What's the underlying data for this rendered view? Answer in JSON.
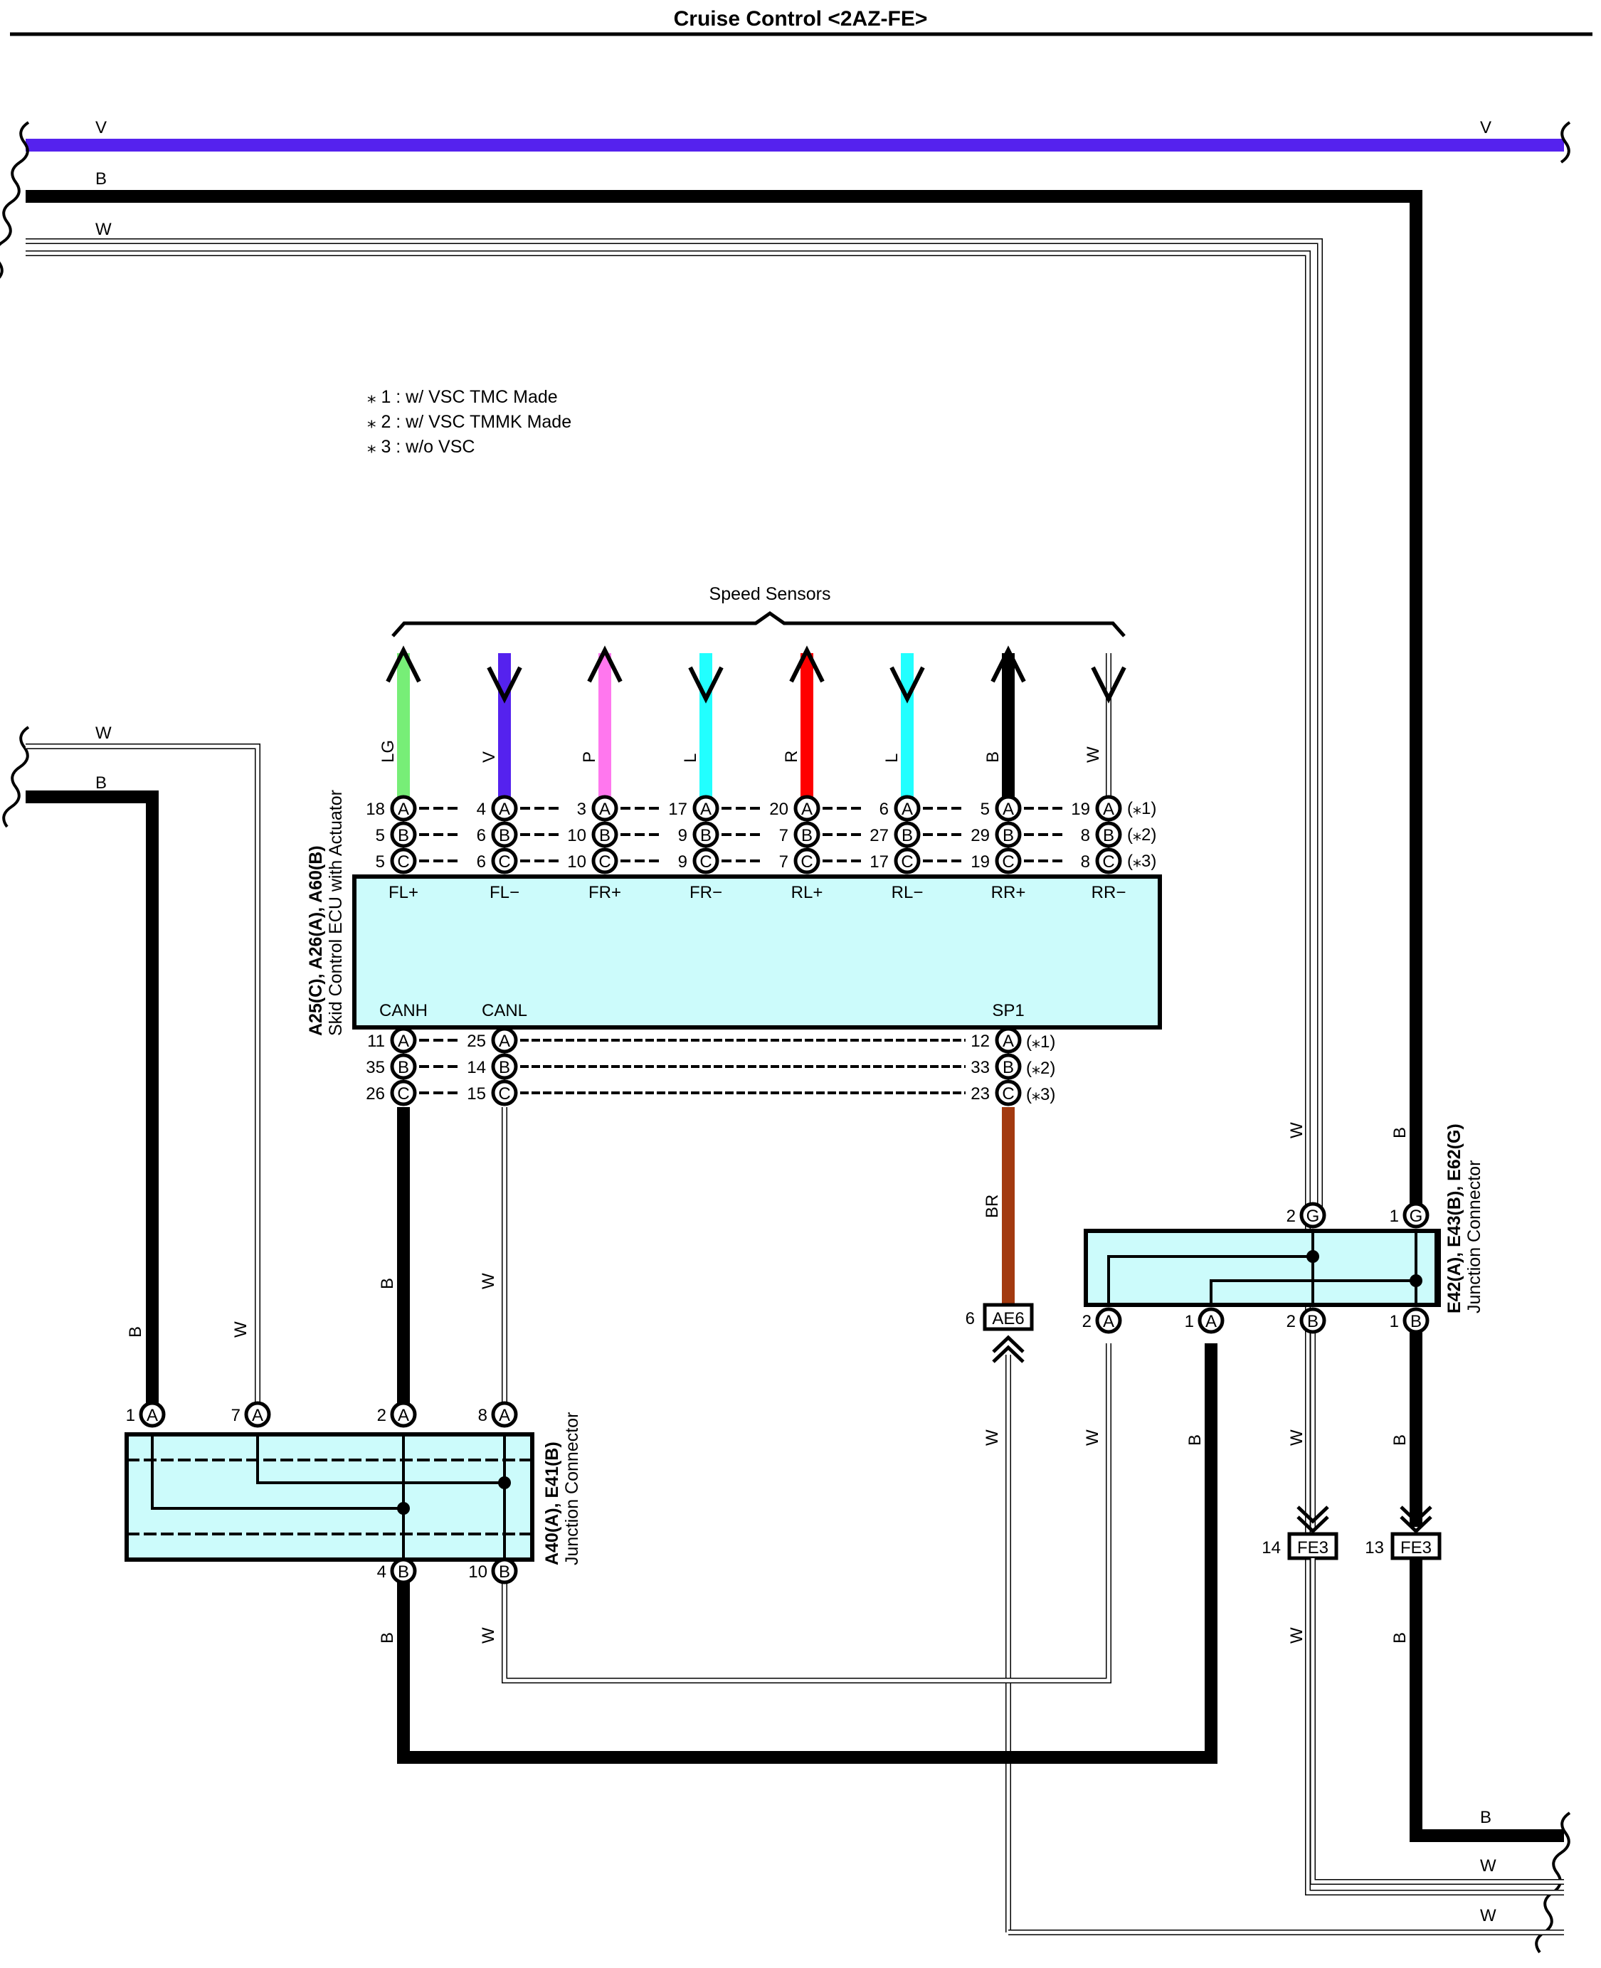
{
  "title": "Cruise Control <2AZ-FE>",
  "notes": [
    "⁎ 1 : w/ VSC TMC Made",
    "⁎ 2 : w/ VSC TMMK Made",
    "⁎ 3 : w/o VSC"
  ],
  "speed_sensors_label": "Speed Sensors",
  "bus": {
    "v": "V",
    "b": "B",
    "w": "W"
  },
  "ecu": {
    "name_line1": "A25(C), A26(A), A60(B)",
    "name_line2": "Skid Control ECU with Actuator",
    "terminals": [
      "FL+",
      "FL−",
      "FR+",
      "FR−",
      "RL+",
      "RL−",
      "RR+",
      "RR−"
    ],
    "wire_colors": [
      "LG",
      "V",
      "P",
      "L",
      "R",
      "L",
      "B",
      "W"
    ],
    "pins": [
      [
        "18",
        "4",
        "3",
        "17",
        "20",
        "6",
        "5",
        "19"
      ],
      [
        "5",
        "6",
        "10",
        "9",
        "7",
        "27",
        "29",
        "8"
      ],
      [
        "5",
        "6",
        "10",
        "9",
        "7",
        "17",
        "19",
        "8"
      ]
    ],
    "variant_tags": [
      "(⁎1)",
      "(⁎2)",
      "(⁎3)"
    ],
    "bottom_terminals": [
      "CANH",
      "CANL",
      "SP1"
    ],
    "bottom_pins": [
      [
        "11",
        "25",
        "12"
      ],
      [
        "35",
        "14",
        "33"
      ],
      [
        "26",
        "15",
        "23"
      ]
    ]
  },
  "junction_left": {
    "name_line1": "A40(A), E41(B)",
    "name_line2": "Junction Connector",
    "top_pins": [
      "1",
      "7",
      "2",
      "8"
    ],
    "bottom_pins": [
      "4",
      "10"
    ]
  },
  "junction_right": {
    "name_line1": "E42(A), E43(B), E62(G)",
    "name_line2": "Junction Connector",
    "top_pins": [
      "2",
      "1"
    ],
    "bottom_pins": [
      "2",
      "1",
      "2",
      "1"
    ]
  },
  "connectors": {
    "ae6": {
      "label": "AE6",
      "pin": "6"
    },
    "fe3_w": {
      "label": "FE3",
      "pin": "14"
    },
    "fe3_b": {
      "label": "FE3",
      "pin": "13"
    }
  },
  "wire_labels": {
    "br": "BR",
    "b": "B",
    "w": "W"
  },
  "letters": [
    "A",
    "B",
    "C",
    "G"
  ],
  "colors": {
    "violet": "#5522ee",
    "lightgreen": "#77ee77",
    "pink": "#ff77ee",
    "cyan": "#22ffff",
    "red": "#ff0000",
    "brown": "#a33a10",
    "box_fill": "#ccfbfb"
  }
}
